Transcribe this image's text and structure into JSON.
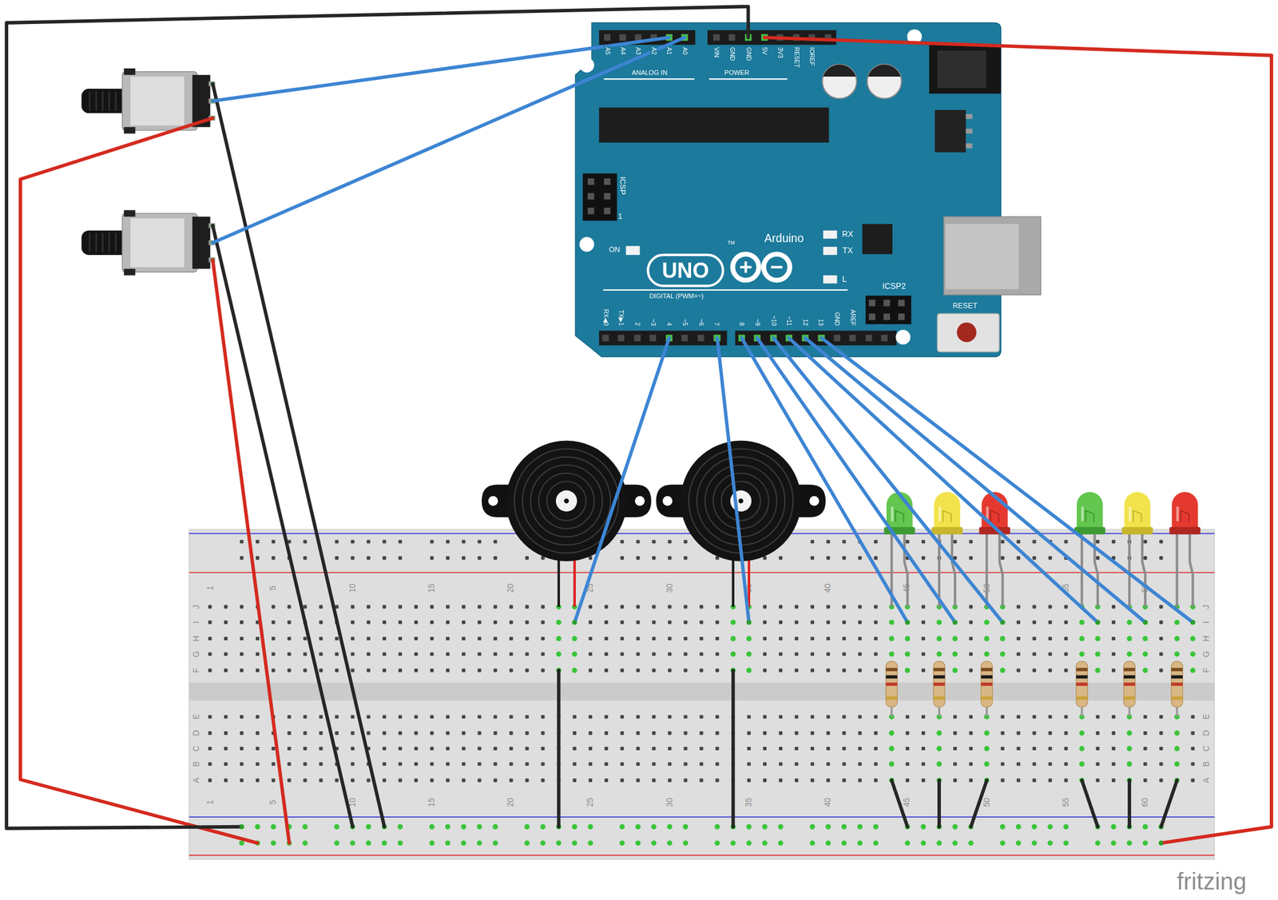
{
  "diagram": {
    "nodes": [
      {
        "text": [
          "A5",
          "A4",
          "A3",
          "A2",
          "A1",
          "A0",
          "ANALOG IN",
          "VIN",
          "GND",
          "GND",
          "5V",
          "3V3",
          "RESET",
          "IOREF",
          "POWER",
          "ICSP",
          "1",
          "ON",
          "UNO",
          "TM",
          "Arduino",
          "RX",
          "TX",
          "L",
          "ICSP2",
          "RESET",
          "DIGITAL (PWM=~)",
          "RX◀0",
          "TX▶1",
          "2",
          "~3",
          "4",
          "~5",
          "~6",
          "7",
          "8",
          "~9",
          "~10",
          "~11",
          "12",
          "13",
          "GND",
          "AREF"
        ]
      },
      {
        "text": [
          "1",
          "5",
          "10",
          "15",
          "20",
          "25",
          "30",
          "35",
          "40",
          "45",
          "50",
          "55",
          "60",
          "J",
          "I",
          "H",
          "G",
          "F",
          "E",
          "D",
          "C",
          "B",
          "A",
          "J",
          "I",
          "H",
          "G",
          "F",
          "E",
          "D",
          "C",
          "B",
          "A",
          "1",
          "5",
          "10",
          "15",
          "20",
          "25",
          "30",
          "35",
          "40",
          "45",
          "50",
          "55",
          "60"
        ]
      }
    ],
    "edges": [
      {
        "from": 0,
        "to": 1,
        "arrow": "none"
      },
      {
        "from": 0,
        "to": 1,
        "arrow": "none"
      },
      {
        "from": 0,
        "to": 1,
        "arrow": "none"
      },
      {
        "from": 0,
        "to": 1,
        "arrow": "none"
      },
      {
        "from": 0,
        "to": 1,
        "arrow": "none"
      },
      {
        "from": 0,
        "to": 1,
        "arrow": "none"
      },
      {
        "from": 0,
        "to": 1,
        "arrow": "none"
      },
      {
        "from": 0,
        "to": 1,
        "arrow": "none"
      },
      {
        "from": 0,
        "to": 1,
        "arrow": "none"
      },
      {
        "from": 0,
        "to": 1,
        "arrow": "none"
      }
    ],
    "labels": [
      "fritzing"
    ]
  }
}
